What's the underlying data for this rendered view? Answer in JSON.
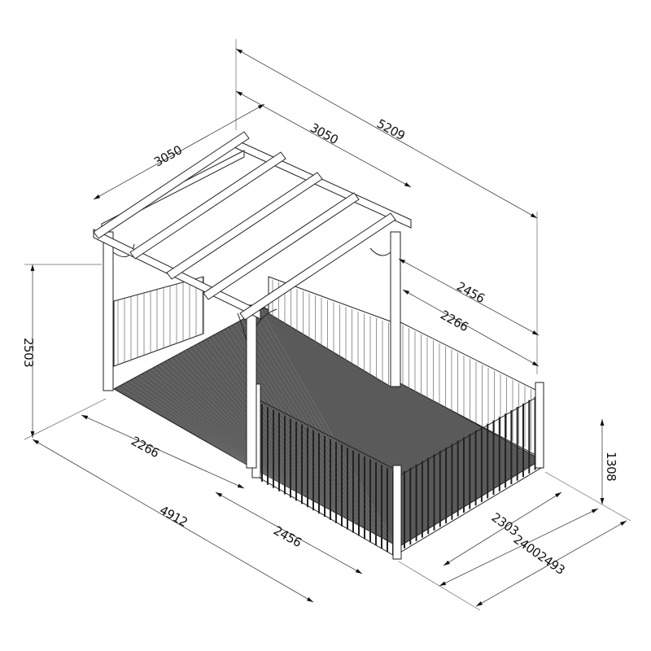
{
  "title": "Pergola deck with balustrade dimension drawing",
  "colors": {
    "deck": "#555555",
    "line": "#222222"
  },
  "dimensions": {
    "overall_length": "5209",
    "pergola_width_left": "3050",
    "pergola_width_back": "3050",
    "rear_section_outer": "2456",
    "rear_section_inner": "2266",
    "post_height": "2503",
    "rail_height": "1308",
    "front_pergola_section": "2266",
    "overall_deck_length": "4912",
    "front_rail_section": "2456",
    "deck_width_inner": "2303",
    "deck_width_combined": "24002493"
  }
}
